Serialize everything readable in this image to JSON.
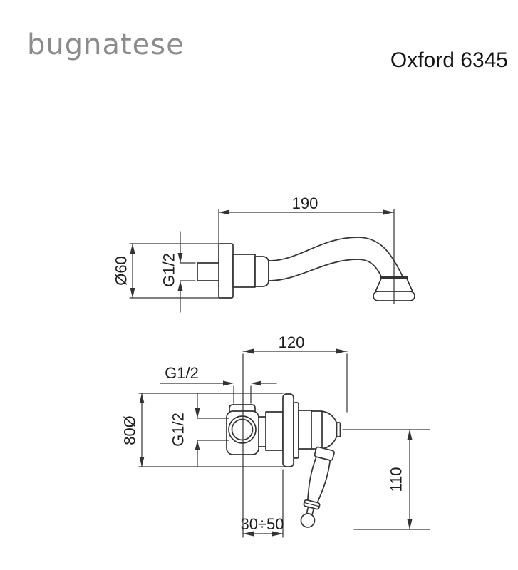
{
  "header": {
    "brand": "bugnatese",
    "model": "Oxford 6345"
  },
  "colors": {
    "line": "#333333",
    "text": "#1d1d1d",
    "brand_gray": "#8b8b8b",
    "background": "#ffffff"
  },
  "spout_view": {
    "reach": "190",
    "flange_diameter": "Ø60",
    "thread": "G1/2"
  },
  "mixer_view": {
    "width": "120",
    "top_thread": "G1/2",
    "side_thread": "G1/2",
    "plate_diameter": "80Ø",
    "depth_range": "30÷50",
    "handle_drop": "110"
  }
}
